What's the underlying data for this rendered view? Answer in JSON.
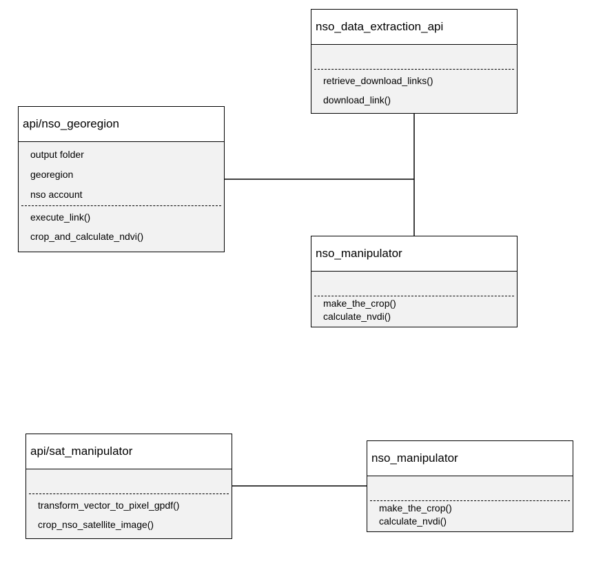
{
  "classes": {
    "data_extraction": {
      "name": "nso_data_extraction_api",
      "attributes": [],
      "methods": [
        "retrieve_download_links()",
        "download_link()"
      ]
    },
    "georegion": {
      "name": "api/nso_georegion",
      "attributes": [
        "output folder",
        "georegion",
        "nso account"
      ],
      "methods": [
        "execute_link()",
        "crop_and_calculate_ndvi()"
      ]
    },
    "manipulator_top": {
      "name": "nso_manipulator",
      "attributes": [],
      "methods": [
        "make_the_crop()",
        "calculate_nvdi()"
      ]
    },
    "sat_manipulator": {
      "name": "api/sat_manipulator",
      "attributes": [],
      "methods": [
        "transform_vector_to_pixel_gpdf()",
        "crop_nso_satellite_image()"
      ]
    },
    "manipulator_bottom": {
      "name": "nso_manipulator",
      "attributes": [],
      "methods": [
        "make_the_crop()",
        "calculate_nvdi()"
      ]
    }
  }
}
